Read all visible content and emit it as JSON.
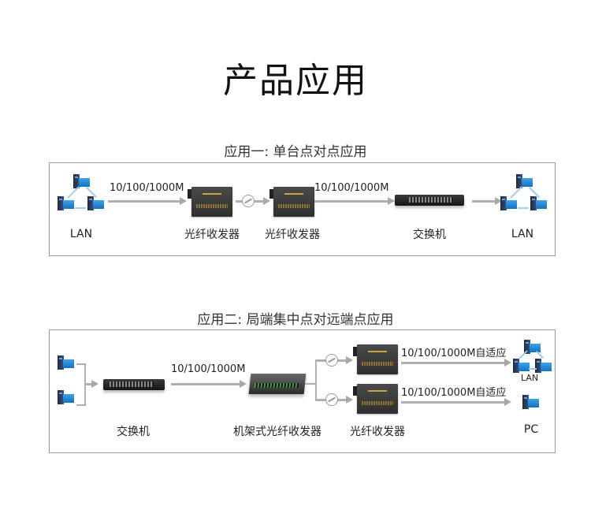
{
  "page_title": "产品应用",
  "app1": {
    "title": "应用一: 单台点对点应用",
    "speed1": "10/100/1000M",
    "speed2": "10/100/1000M",
    "labels": {
      "lan_left": "LAN",
      "converter1": "光纤收发器",
      "converter2": "光纤收发器",
      "switch": "交换机",
      "lan_right": "LAN"
    }
  },
  "app2": {
    "title": "应用二: 局端集中点对远端点应用",
    "speed_main": "10/100/1000M",
    "speed_top": "10/100/1000M自适应",
    "speed_bottom": "10/100/1000M自适应",
    "labels": {
      "switch": "交换机",
      "rack": "机架式光纤收发器",
      "converter": "光纤收发器",
      "lan": "LAN",
      "pc": "PC"
    }
  }
}
